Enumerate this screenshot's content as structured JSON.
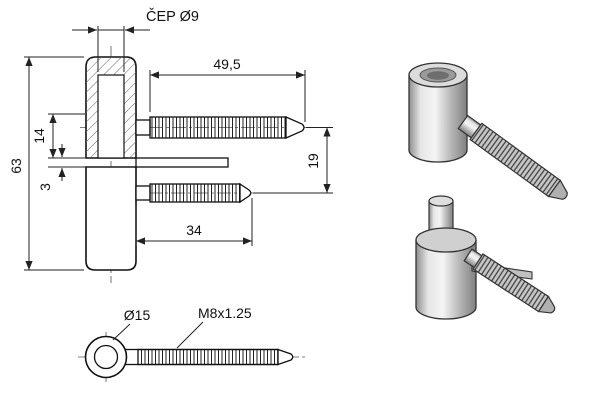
{
  "drawing": {
    "type": "technical-drawing-door-hinge",
    "labels": {
      "cep": "ČEP Ø9",
      "len_top_pin": "49,5",
      "height_total": "63",
      "height_14": "14",
      "height_3": "3",
      "offset_19": "19",
      "len_bottom_pin": "34",
      "dia_eye": "Ø15",
      "thread_spec": "M8x1.25"
    },
    "colors": {
      "line": "#111111",
      "dimension_line": "#222222",
      "hatch": "#666666",
      "metal_light": "#f4f4f4",
      "metal_mid": "#b2b2b2",
      "metal_dark": "#808080"
    }
  }
}
